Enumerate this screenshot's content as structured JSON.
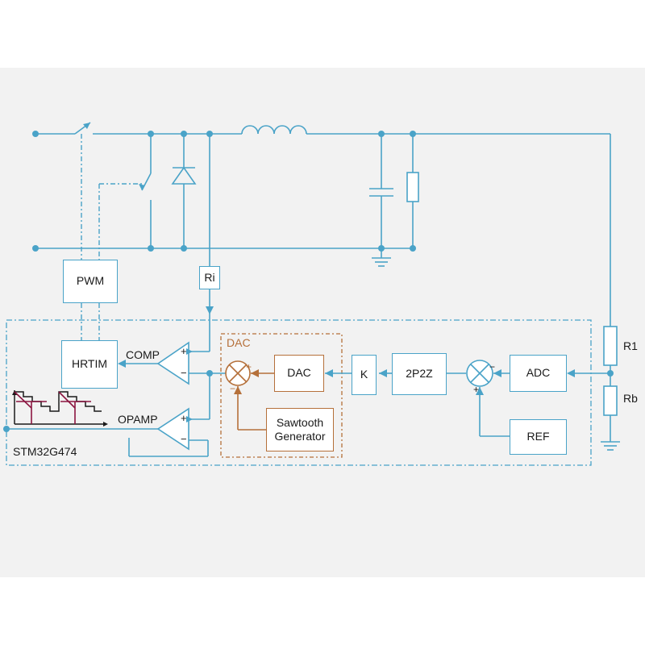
{
  "colors": {
    "wire": "#4aa3c8",
    "dac": "#b5703a",
    "panel": "#f2f2f2",
    "waveform": "#8b1540"
  },
  "blocks": {
    "pwm": "PWM",
    "hrtim": "HRTIM",
    "ri": "Ri",
    "dac": "DAC",
    "sawtooth_line1": "Sawtooth",
    "sawtooth_line2": "Generator",
    "k": "K",
    "twop2z": "2P2Z",
    "adc": "ADC",
    "ref": "REF"
  },
  "labels": {
    "comp": "COMP",
    "opamp": "OPAMP",
    "dac_group": "DAC",
    "mcu": "STM32G474",
    "r1": "R1",
    "rb": "Rb"
  },
  "signs": {
    "plus": "+",
    "minus": "−"
  }
}
